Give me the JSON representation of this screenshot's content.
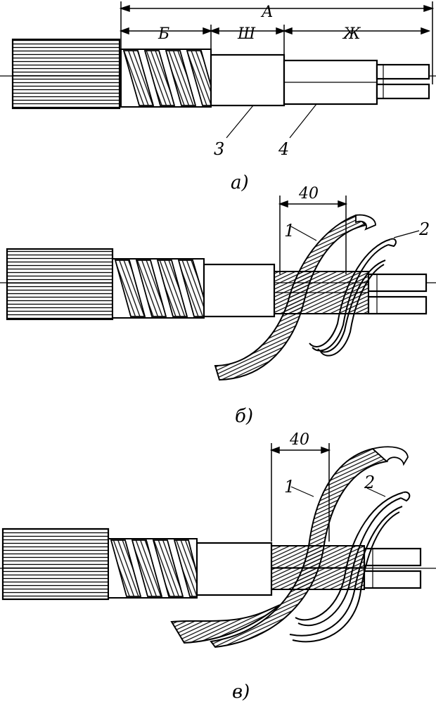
{
  "figure": {
    "panel_a": {
      "dimensions": {
        "A": "А",
        "B": "Б",
        "Sh": "Ш",
        "Zh": "Ж"
      },
      "callouts": [
        "3",
        "4"
      ],
      "caption": "а)"
    },
    "panel_b": {
      "dimension": "40",
      "callouts": [
        "1",
        "2"
      ],
      "caption": "б)"
    },
    "panel_v": {
      "dimension": "40",
      "callouts": [
        "1",
        "2"
      ],
      "caption": "в)"
    },
    "colors": {
      "ink": "#000000",
      "paper": "#ffffff"
    }
  }
}
